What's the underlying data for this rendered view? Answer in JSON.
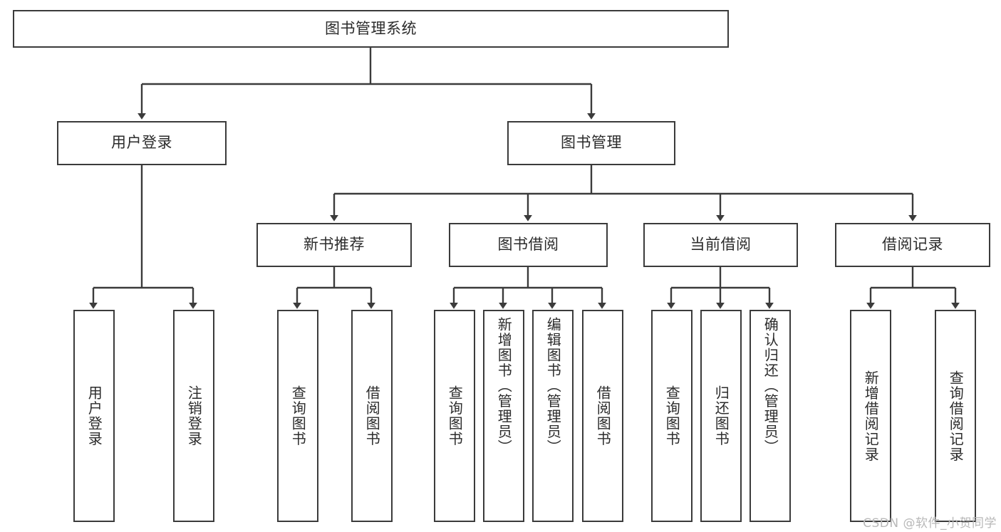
{
  "diagram": {
    "title": "图书管理系统",
    "type": "tree-hierarchy-chart",
    "orientation": "top-down",
    "colors": {
      "box_border": "#3b3b3b",
      "box_fill": "#ffffff",
      "connector": "#3b3b3b",
      "text": "#2b2b2b",
      "watermark": "#b8b8b8",
      "background": "#ffffff"
    },
    "root": {
      "label": "图书管理系统"
    },
    "level2": [
      {
        "label": "用户登录"
      },
      {
        "label": "图书管理"
      }
    ],
    "level3": [
      {
        "label": "新书推荐"
      },
      {
        "label": "图书借阅"
      },
      {
        "label": "当前借阅"
      },
      {
        "label": "借阅记录"
      }
    ],
    "leaves": [
      {
        "label": "用户登录",
        "parent": "用户登录"
      },
      {
        "label": "注销登录",
        "parent": "用户登录"
      },
      {
        "label": "查询图书",
        "parent": "新书推荐"
      },
      {
        "label": "借阅图书",
        "parent": "新书推荐"
      },
      {
        "label": "查询图书",
        "parent": "图书借阅"
      },
      {
        "label": "新增图书（管理员）",
        "parent": "图书借阅"
      },
      {
        "label": "编辑图书（管理员）",
        "parent": "图书借阅"
      },
      {
        "label": "借阅图书",
        "parent": "图书借阅"
      },
      {
        "label": "查询图书",
        "parent": "当前借阅"
      },
      {
        "label": "归还图书",
        "parent": "当前借阅"
      },
      {
        "label": "确认归还（管理员）",
        "parent": "当前借阅"
      },
      {
        "label": "新增借阅记录",
        "parent": "借阅记录"
      },
      {
        "label": "查询借阅记录",
        "parent": "借阅记录"
      }
    ],
    "watermark": "CSDN @软件_小贺同学"
  }
}
